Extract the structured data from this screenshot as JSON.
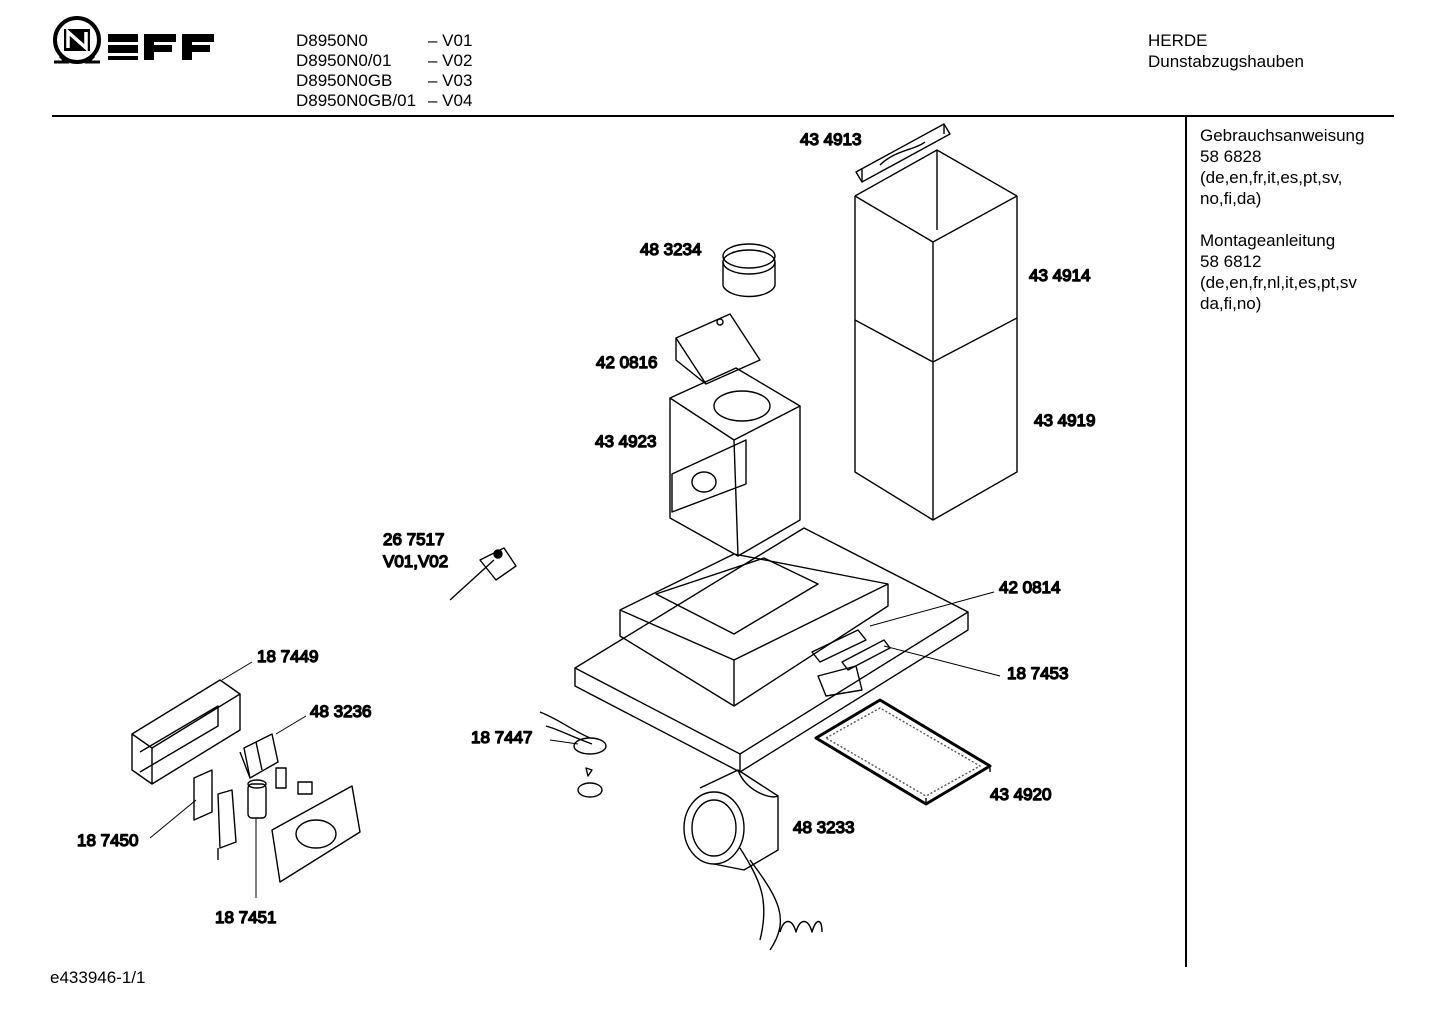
{
  "brand": {
    "logo_text": "NEFF"
  },
  "models": [
    {
      "code": "D8950N0",
      "variant": "– V01"
    },
    {
      "code": "D8950N0/01",
      "variant": "– V02"
    },
    {
      "code": "D8950N0GB",
      "variant": "– V03"
    },
    {
      "code": "D8950N0GB/01",
      "variant": "– V04"
    }
  ],
  "header_right": {
    "line1": "HERDE",
    "line2": "Dunstabzugshauben"
  },
  "sidebar": {
    "block1": [
      "Gebrauchsanweisung",
      "58 6828",
      "(de,en,fr,it,es,pt,sv,",
      "no,fi,da)"
    ],
    "block2": [
      "Montageanleitung",
      "58 6812",
      "(de,en,fr,nl,it,es,pt,sv",
      "da,fi,no)"
    ]
  },
  "parts": {
    "p434913": "43 4913",
    "p483234": "48 3234",
    "p434914": "43 4914",
    "p420816": "42 0816",
    "p434923": "43 4923",
    "p434919": "43 4919",
    "p267517": "26 7517",
    "p267517_var": "V01,V02",
    "p420814": "42 0814",
    "p187449": "18 7449",
    "p187453": "18 7453",
    "p483236": "48 3236",
    "p187447": "18 7447",
    "p434920": "43 4920",
    "p483233": "48 3233",
    "p187450": "18 7450",
    "p187451": "18 7451"
  },
  "footer": {
    "doc_id": "e433946-1/1"
  }
}
